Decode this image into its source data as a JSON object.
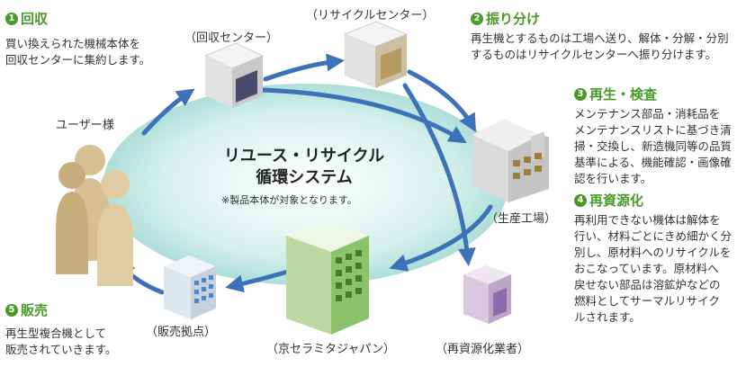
{
  "steps": [
    {
      "num": "1",
      "title": "回収",
      "desc": [
        "買い換えられた機械本体を",
        "回収センターに集約します。"
      ]
    },
    {
      "num": "2",
      "title": "振り分け",
      "desc": [
        "再生機とするものは工場へ送り、解体・分解・分別",
        "するものはリサイクルセンターへ振り分けます。"
      ]
    },
    {
      "num": "3",
      "title": "再生・検査",
      "desc": [
        "メンテナンス部品・消耗品を",
        "メンテナンスリストに基づき清",
        "掃・交換し、新造機同等の品質",
        "基準による、機能確認・画像確",
        "認を行います。"
      ]
    },
    {
      "num": "4",
      "title": "再資源化",
      "desc": [
        "再利用できない機体は解体を",
        "行い、材料ごとにきめ細かく分",
        "別し、原材料へのリサイクルを",
        "おこなっています。原材料へ",
        "戻せない部品は溶鉱炉などの",
        "燃料としてサーマルリサイク",
        "ルされます。"
      ]
    },
    {
      "num": "5",
      "title": "販売",
      "desc": [
        "再生型複合機として",
        "販売されていきます。"
      ]
    }
  ],
  "locations": {
    "collection_center": "（回収センター）",
    "recycle_center": "（リサイクルセンター）",
    "factory": "（生産工場）",
    "recycling_company": "（再資源化業者）",
    "kyocera": "（京セラミタジャパン）",
    "sales_base": "（販売拠点）",
    "users": "ユーザー様"
  },
  "center": {
    "title_line1": "リユース・リサイクル",
    "title_line2": "循環システム",
    "note": "※製品本体が対象となります。"
  },
  "colors": {
    "accent_green": "#4a9a2a",
    "arrow_blue": "#3d72b8",
    "ellipse_teal": "#9fd9d3"
  }
}
